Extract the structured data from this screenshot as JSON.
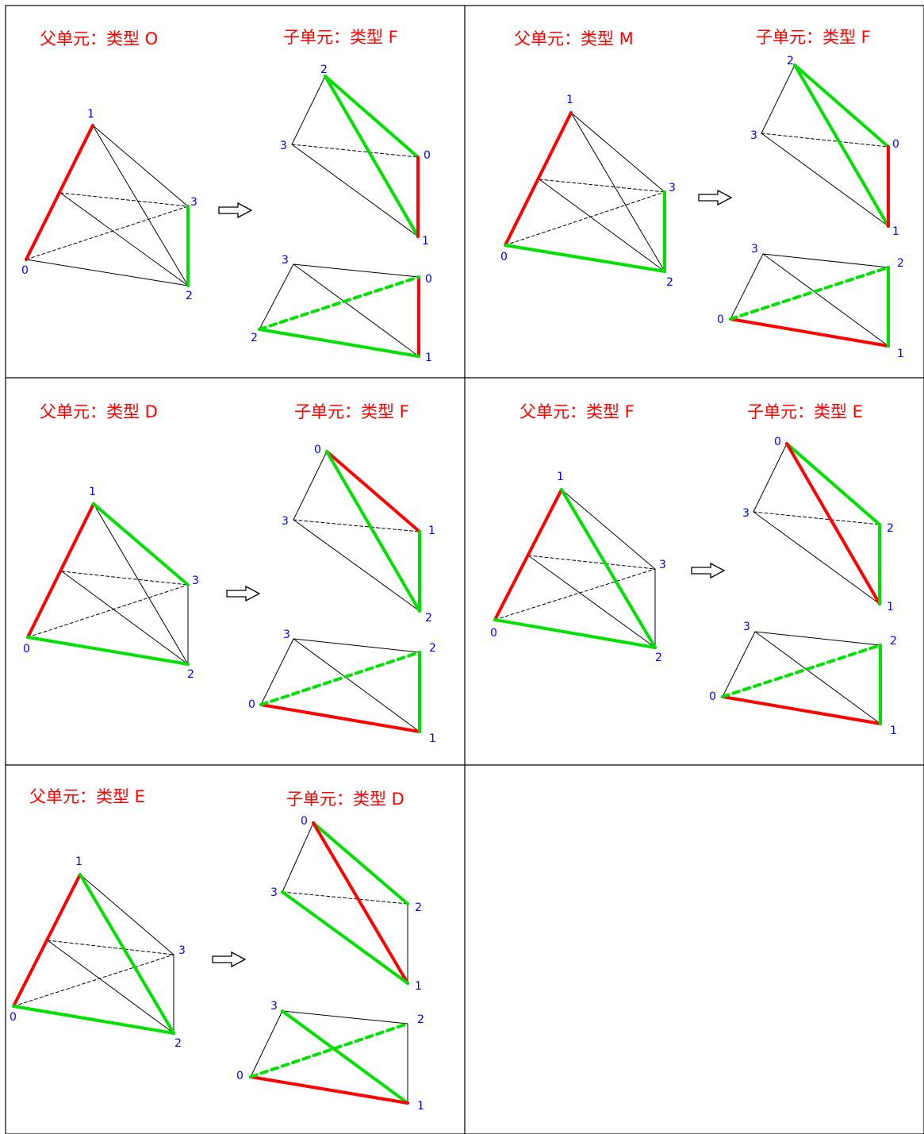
{
  "colors": {
    "highlight_red": "#ff0000",
    "highlight_green": "#00e000",
    "edge": "#000000",
    "vertex_label": "#0000ff",
    "title": "#ff0000"
  },
  "panels": [
    {
      "parent_title": "父单元：类型  O",
      "parent": {
        "vertices": [
          "0",
          "1",
          "2",
          "3"
        ],
        "edges": [
          [
            "0",
            "1",
            "red",
            "solid"
          ],
          [
            "1",
            "2",
            "black",
            "solid"
          ],
          [
            "1",
            "3",
            "black",
            "solid"
          ],
          [
            "0",
            "2",
            "black",
            "solid"
          ],
          [
            "2",
            "3",
            "green",
            "solid"
          ],
          [
            "0",
            "3",
            "black",
            "dashed"
          ],
          [
            "m01",
            "3",
            "black",
            "dashed"
          ],
          [
            "m01",
            "2",
            "black",
            "solid"
          ]
        ]
      },
      "child_title": "子单元：类型  F",
      "children": [
        {
          "vertices": [
            "2",
            "3",
            "0",
            "1"
          ],
          "edges": [
            [
              "2",
              "3",
              "black",
              "solid"
            ],
            [
              "2",
              "0",
              "green",
              "solid"
            ],
            [
              "2",
              "1",
              "green",
              "solid"
            ],
            [
              "0",
              "1",
              "red",
              "solid"
            ],
            [
              "3",
              "0",
              "black",
              "dashed"
            ],
            [
              "3",
              "1",
              "black",
              "solid"
            ]
          ]
        },
        {
          "vertices": [
            "3",
            "0",
            "2",
            "1"
          ],
          "edges": [
            [
              "3",
              "0",
              "black",
              "solid"
            ],
            [
              "3",
              "2",
              "black",
              "solid"
            ],
            [
              "3",
              "1",
              "black",
              "solid"
            ],
            [
              "0",
              "1",
              "red",
              "solid"
            ],
            [
              "2",
              "1",
              "green",
              "solid"
            ],
            [
              "2",
              "0",
              "green",
              "dashed"
            ]
          ]
        }
      ]
    },
    {
      "parent_title": "父单元：类型  M",
      "parent": {
        "vertices": [
          "0",
          "1",
          "2",
          "3"
        ],
        "edges": [
          [
            "0",
            "1",
            "red",
            "solid"
          ],
          [
            "1",
            "2",
            "black",
            "solid"
          ],
          [
            "1",
            "3",
            "black",
            "solid"
          ],
          [
            "0",
            "2",
            "green",
            "solid"
          ],
          [
            "2",
            "3",
            "green",
            "solid"
          ],
          [
            "0",
            "3",
            "black",
            "dashed"
          ],
          [
            "m01",
            "3",
            "black",
            "dashed"
          ],
          [
            "m01",
            "2",
            "black",
            "solid"
          ]
        ]
      },
      "child_title": "子单元：类型  F",
      "children": [
        {
          "vertices": [
            "2",
            "3",
            "0",
            "1"
          ],
          "edges": [
            [
              "2",
              "3",
              "black",
              "solid"
            ],
            [
              "2",
              "0",
              "green",
              "solid"
            ],
            [
              "2",
              "1",
              "green",
              "solid"
            ],
            [
              "0",
              "1",
              "red",
              "solid"
            ],
            [
              "3",
              "0",
              "black",
              "dashed"
            ],
            [
              "3",
              "1",
              "black",
              "solid"
            ]
          ]
        },
        {
          "vertices": [
            "3",
            "2",
            "0",
            "1"
          ],
          "edges": [
            [
              "3",
              "2",
              "black",
              "solid"
            ],
            [
              "3",
              "0",
              "black",
              "solid"
            ],
            [
              "3",
              "1",
              "black",
              "solid"
            ],
            [
              "0",
              "1",
              "red",
              "solid"
            ],
            [
              "2",
              "1",
              "green",
              "solid"
            ],
            [
              "0",
              "2",
              "green",
              "dashed"
            ]
          ]
        }
      ]
    },
    {
      "parent_title": "父单元：类型  D",
      "parent": {
        "vertices": [
          "0",
          "1",
          "2",
          "3"
        ],
        "edges": [
          [
            "0",
            "1",
            "red",
            "solid"
          ],
          [
            "1",
            "3",
            "green",
            "solid"
          ],
          [
            "1",
            "2",
            "black",
            "solid"
          ],
          [
            "0",
            "2",
            "green",
            "solid"
          ],
          [
            "2",
            "3",
            "black",
            "solid"
          ],
          [
            "0",
            "3",
            "black",
            "dashed"
          ],
          [
            "m01",
            "3",
            "black",
            "dashed"
          ],
          [
            "m01",
            "2",
            "black",
            "solid"
          ]
        ]
      },
      "child_title": "子单元：类型  F",
      "children": [
        {
          "vertices": [
            "0",
            "3",
            "1",
            "2"
          ],
          "edges": [
            [
              "0",
              "3",
              "black",
              "solid"
            ],
            [
              "0",
              "1",
              "red",
              "solid"
            ],
            [
              "0",
              "2",
              "green",
              "solid"
            ],
            [
              "1",
              "2",
              "green",
              "solid"
            ],
            [
              "3",
              "1",
              "black",
              "dashed"
            ],
            [
              "3",
              "2",
              "black",
              "solid"
            ]
          ]
        },
        {
          "vertices": [
            "3",
            "2",
            "0",
            "1"
          ],
          "edges": [
            [
              "3",
              "2",
              "black",
              "solid"
            ],
            [
              "3",
              "0",
              "black",
              "solid"
            ],
            [
              "3",
              "1",
              "black",
              "solid"
            ],
            [
              "0",
              "1",
              "red",
              "solid"
            ],
            [
              "2",
              "1",
              "green",
              "solid"
            ],
            [
              "0",
              "2",
              "green",
              "dashed"
            ]
          ]
        }
      ]
    },
    {
      "parent_title": "父单元：类型  F",
      "parent": {
        "vertices": [
          "0",
          "1",
          "2",
          "3"
        ],
        "edges": [
          [
            "0",
            "1",
            "red",
            "solid"
          ],
          [
            "1",
            "2",
            "green",
            "solid"
          ],
          [
            "1",
            "3",
            "black",
            "solid"
          ],
          [
            "0",
            "2",
            "green",
            "solid"
          ],
          [
            "2",
            "3",
            "black",
            "solid"
          ],
          [
            "0",
            "3",
            "black",
            "dashed"
          ],
          [
            "m01",
            "3",
            "black",
            "dashed"
          ],
          [
            "m01",
            "2",
            "black",
            "solid"
          ]
        ]
      },
      "child_title": "子单元：类型  E",
      "children": [
        {
          "vertices": [
            "0",
            "3",
            "2",
            "1"
          ],
          "edges": [
            [
              "0",
              "3",
              "black",
              "solid"
            ],
            [
              "0",
              "2",
              "green",
              "solid"
            ],
            [
              "0",
              "1",
              "red",
              "solid"
            ],
            [
              "2",
              "1",
              "green",
              "solid"
            ],
            [
              "3",
              "2",
              "black",
              "dashed"
            ],
            [
              "3",
              "1",
              "black",
              "solid"
            ]
          ]
        },
        {
          "vertices": [
            "3",
            "2",
            "0",
            "1"
          ],
          "edges": [
            [
              "3",
              "2",
              "black",
              "solid"
            ],
            [
              "3",
              "0",
              "black",
              "solid"
            ],
            [
              "3",
              "1",
              "black",
              "solid"
            ],
            [
              "0",
              "1",
              "red",
              "solid"
            ],
            [
              "2",
              "1",
              "green",
              "solid"
            ],
            [
              "0",
              "2",
              "green",
              "dashed"
            ]
          ]
        }
      ]
    },
    {
      "parent_title": "父单元：类型  E",
      "parent": {
        "vertices": [
          "0",
          "1",
          "2",
          "3"
        ],
        "edges": [
          [
            "0",
            "1",
            "red",
            "solid"
          ],
          [
            "1",
            "2",
            "green",
            "solid"
          ],
          [
            "1",
            "3",
            "black",
            "solid"
          ],
          [
            "0",
            "2",
            "green",
            "solid"
          ],
          [
            "2",
            "3",
            "black",
            "solid"
          ],
          [
            "0",
            "3",
            "black",
            "dashed"
          ],
          [
            "m01",
            "3",
            "black",
            "dashed"
          ],
          [
            "m01",
            "2",
            "black",
            "solid"
          ]
        ]
      },
      "child_title": "子单元：类型  D",
      "children": [
        {
          "vertices": [
            "0",
            "3",
            "2",
            "1"
          ],
          "edges": [
            [
              "0",
              "3",
              "black",
              "solid"
            ],
            [
              "0",
              "2",
              "green",
              "solid"
            ],
            [
              "0",
              "1",
              "red",
              "solid"
            ],
            [
              "3",
              "1",
              "green",
              "solid"
            ],
            [
              "2",
              "1",
              "black",
              "solid"
            ],
            [
              "3",
              "2",
              "black",
              "dashed"
            ]
          ]
        },
        {
          "vertices": [
            "3",
            "2",
            "0",
            "1"
          ],
          "edges": [
            [
              "3",
              "2",
              "black",
              "solid"
            ],
            [
              "3",
              "0",
              "black",
              "solid"
            ],
            [
              "3",
              "1",
              "green",
              "solid"
            ],
            [
              "0",
              "1",
              "red",
              "solid"
            ],
            [
              "2",
              "1",
              "black",
              "solid"
            ],
            [
              "0",
              "2",
              "green",
              "dashed"
            ]
          ]
        }
      ]
    }
  ]
}
